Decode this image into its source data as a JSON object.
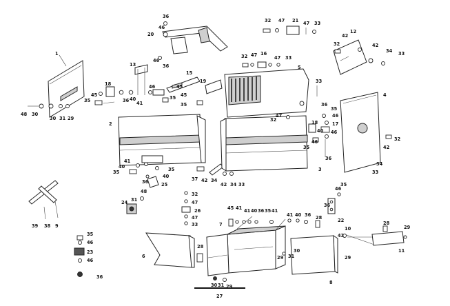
{
  "figure_number": "27",
  "callouts": {
    "c1": "1",
    "c2": "2",
    "c3": "3",
    "c4": "4",
    "c5": "5",
    "c6": "6",
    "c7": "7",
    "c8": "8",
    "c9": "9",
    "c10": "10",
    "c11": "11",
    "c12": "12",
    "c13": "13",
    "c15": "15",
    "c16": "16",
    "c17": "17",
    "c18": "18",
    "c18b": "18",
    "c19": "19",
    "c20": "20",
    "c21": "21",
    "c22": "22",
    "c23": "23",
    "c24": "24",
    "c25": "25",
    "c26": "26",
    "c28a": "28",
    "c28b": "28",
    "c28c": "28",
    "c29a": "29",
    "c29b": "29",
    "c29c": "29",
    "c29d": "29",
    "c29e": "29",
    "c30a": "30",
    "c30b": "30",
    "c30c": "30",
    "c30d": "30",
    "c31a": "31",
    "c31b": "31",
    "c31c": "31",
    "c31d": "31",
    "c32a": "32",
    "c32b": "32",
    "c32c": "32",
    "c32d": "32",
    "c32e": "32",
    "c33a": "33",
    "c33b": "33",
    "c33c": "33",
    "c33d": "33",
    "c33e": "33",
    "c33f": "33",
    "c33g": "33",
    "c34a": "34",
    "c34b": "34",
    "c34c": "34",
    "c35a": "35",
    "c35b": "35",
    "c35c": "35",
    "c35d": "35",
    "c35e": "35",
    "c35f": "35",
    "c35g": "35",
    "c35h": "35",
    "c35i": "35",
    "c36a": "36",
    "c36b": "36",
    "c36c": "36",
    "c36d": "36",
    "c36e": "36",
    "c36f": "36",
    "c36g": "36",
    "c36h": "36",
    "c36i": "36",
    "c37": "37",
    "c38": "38",
    "c39": "39",
    "c40a": "40",
    "c40b": "40",
    "c40c": "40",
    "c40d": "40",
    "c40e": "40",
    "c41a": "41",
    "c41b": "41",
    "c41c": "41",
    "c41d": "41",
    "c41e": "41",
    "c41f": "41",
    "c42a": "42",
    "c42b": "42",
    "c42c": "42",
    "c42d": "42",
    "c43": "43",
    "c45a": "45",
    "c45b": "45",
    "c45c": "45",
    "c46a": "46",
    "c46b": "46",
    "c46c": "46",
    "c46d": "46",
    "c46e": "46",
    "c46f": "46",
    "c46g": "46",
    "c46h": "46",
    "c47a": "47",
    "c47b": "47",
    "c47c": "47",
    "c47d": "47",
    "c47e": "47",
    "c47f": "47",
    "c47g": "47",
    "c48a": "48",
    "c48b": "48"
  }
}
